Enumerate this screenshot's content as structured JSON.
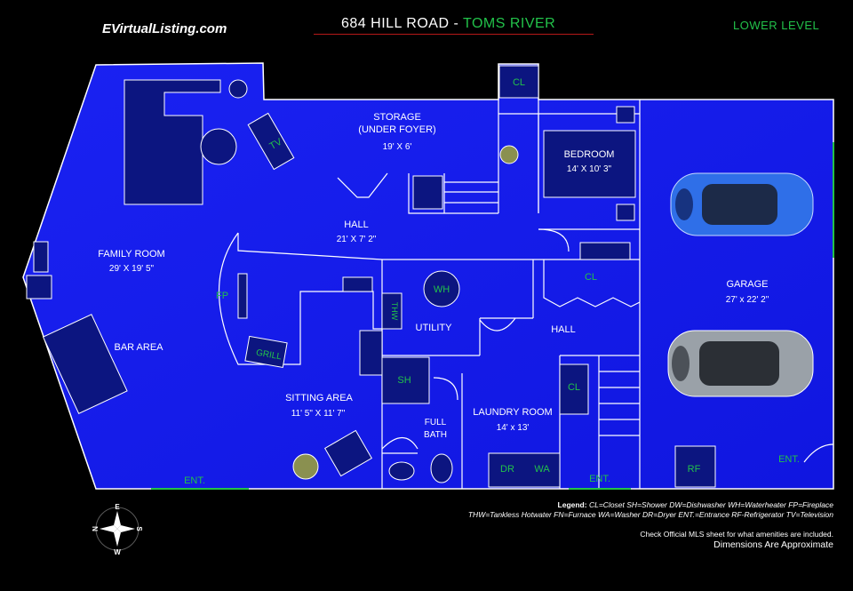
{
  "header": {
    "brand": "EVirtualListing.com",
    "address": "684 HILL ROAD - ",
    "town": "TOMS RIVER",
    "level": "LOWER LEVEL"
  },
  "rooms": {
    "storage": {
      "name": "STORAGE",
      "sub": "(UNDER FOYER)",
      "dim": "19' X 6'"
    },
    "bedroom": {
      "name": "BEDROOM",
      "dim": "14' X 10' 3\""
    },
    "hall_main": {
      "name": "HALL",
      "dim": "21' X 7' 2\""
    },
    "family_room": {
      "name": "FAMILY ROOM",
      "dim": "29' X 19' 5\""
    },
    "bar_area": {
      "name": "BAR AREA"
    },
    "garage": {
      "name": "GARAGE",
      "dim": "27' x 22' 2\""
    },
    "utility": {
      "name": "UTILITY"
    },
    "hall_2": {
      "name": "HALL"
    },
    "sitting_area": {
      "name": "SITTING AREA",
      "dim": "11' 5\" X 11' 7\""
    },
    "laundry_room": {
      "name": "LAUNDRY ROOM",
      "dim": "14' x 13'"
    },
    "full_bath": {
      "name": "FULL",
      "sub": "BATH"
    }
  },
  "fixtures": {
    "cl_top": "CL",
    "cl_mid": "CL",
    "cl_laundry": "CL",
    "tv": "TV",
    "fp": "FP",
    "grill": "GRILL",
    "wh": "WH",
    "thw": "THW",
    "sh": "SH",
    "dr": "DR",
    "wa": "WA",
    "rf": "RF",
    "ent_left": "ENT.",
    "ent_mid": "ENT.",
    "ent_garage": "ENT."
  },
  "compass": {
    "n": "N",
    "e": "E",
    "s": "S",
    "w": "W"
  },
  "legend": {
    "label": "Legend:",
    "line1": "CL=Closet  SH=Shower  DW=Dishwasher WH=Waterheater  FP=Fireplace",
    "line2": "THW=Tankless Hotwater FN=Furnace  WA=Washer DR=Dryer  ENT.=Entrance RF-Refrigerator TV=Television"
  },
  "notes": {
    "mls": "Check Official MLS sheet for what amenities are included.",
    "dimensions": "Dimensions Are Approximate"
  },
  "colors": {
    "floor": "#1a20f0",
    "wall": "#ffffff",
    "furniture": "#0c1580",
    "fixture_text": "#22c24a",
    "background": "#000000"
  }
}
